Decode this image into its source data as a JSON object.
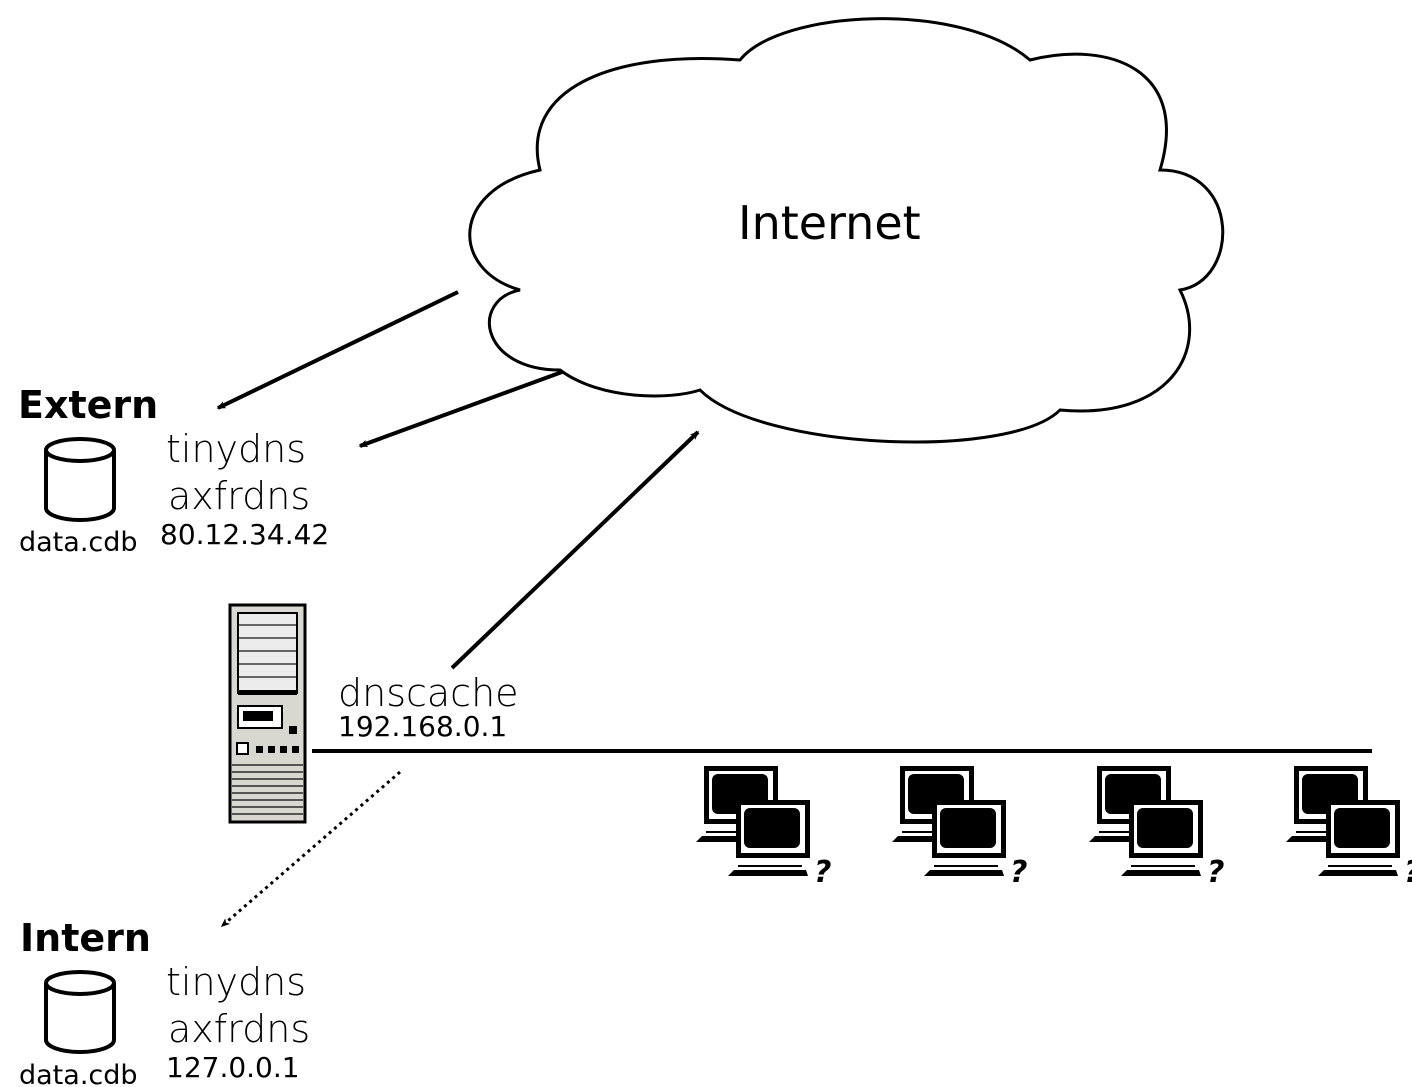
{
  "cloud": {
    "label": "Internet"
  },
  "extern": {
    "title": "Extern",
    "service_1": "tinydns",
    "service_2": "axfrdns",
    "ip": "80.12.34.42",
    "file": "data.cdb"
  },
  "intern": {
    "title": "Intern",
    "service_1": "tinydns",
    "service_2": "axfrdns",
    "ip": "127.0.0.1",
    "file": "data.cdb"
  },
  "cache": {
    "service": "dnscache",
    "ip": "192.168.0.1"
  },
  "clients": {
    "marker": "?"
  },
  "icons": {
    "database": "database-icon",
    "server": "server-tower-icon",
    "client": "client-computers-icon",
    "cloud": "cloud-icon"
  },
  "colors": {
    "stroke": "#000000",
    "server_body": "#d8d8d0",
    "background": "#ffffff"
  }
}
